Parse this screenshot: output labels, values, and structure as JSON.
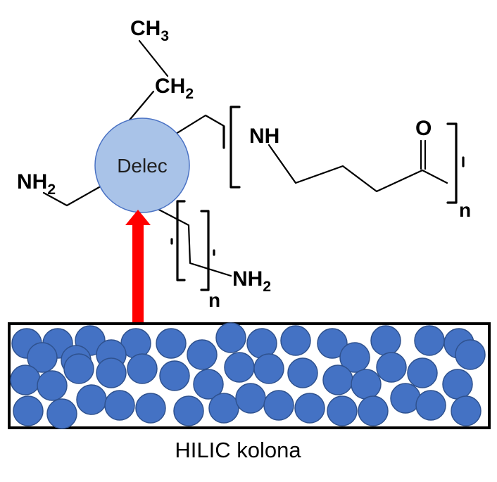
{
  "molecule": {
    "core_label": "Delec",
    "core_fill": "#a9c3e8",
    "core_stroke": "#4a72c4",
    "ch3": {
      "main": "CH",
      "sub": "3"
    },
    "ch2": {
      "main": "CH",
      "sub": "2"
    },
    "nh2_left": {
      "main": "NH",
      "sub": "2"
    },
    "nh2_bottom": {
      "main": "NH",
      "sub": "2"
    },
    "nh": "NH",
    "oxygen": "O",
    "repeat_right": "n",
    "repeat_bottom": "n"
  },
  "arrow": {
    "color": "#ff0000"
  },
  "column": {
    "label": "HILIC kolona",
    "bead_fill": "#4472c4",
    "bead_stroke": "#2f528f"
  }
}
